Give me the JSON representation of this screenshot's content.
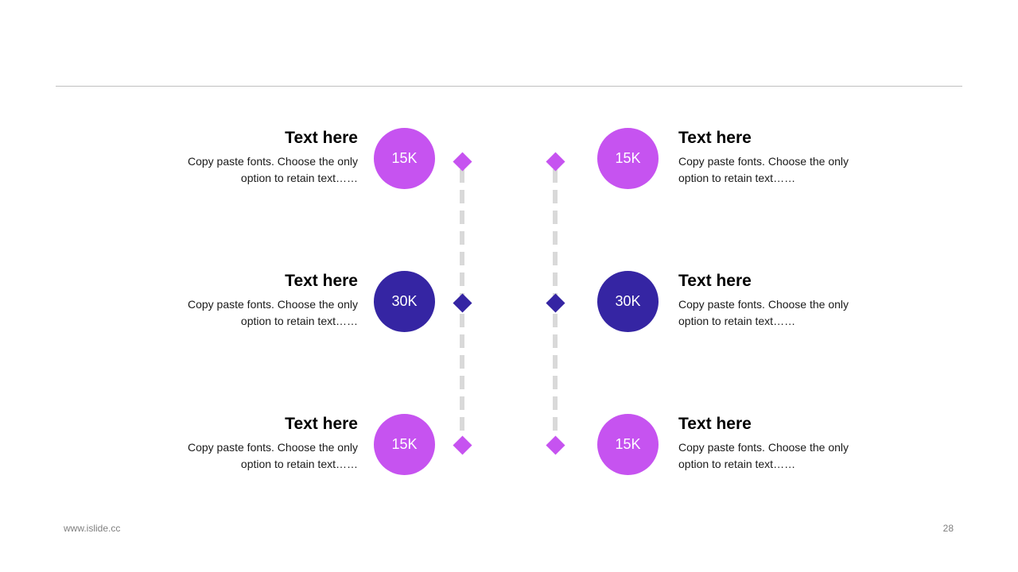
{
  "colors": {
    "accent_pink": "#c653f0",
    "accent_indigo": "#3525a3",
    "dash_gray": "#d9d9d9",
    "rule_gray": "#bfbfbf"
  },
  "rows": [
    {
      "value": "15K",
      "color": "#c653f0",
      "left": {
        "title": "Text here",
        "desc_line1": "Copy paste fonts. Choose the only",
        "desc_line2": "option to retain text……"
      },
      "right": {
        "title": "Text here",
        "desc_line1": "Copy paste fonts. Choose the only",
        "desc_line2": "option to retain text……"
      }
    },
    {
      "value": "30K",
      "color": "#3525a3",
      "left": {
        "title": "Text here",
        "desc_line1": "Copy paste fonts. Choose the only",
        "desc_line2": "option to retain text……"
      },
      "right": {
        "title": "Text here",
        "desc_line1": "Copy paste fonts. Choose the only",
        "desc_line2": "option to retain text……"
      }
    },
    {
      "value": "15K",
      "color": "#c653f0",
      "left": {
        "title": "Text here",
        "desc_line1": "Copy paste fonts. Choose the only",
        "desc_line2": "option to retain text……"
      },
      "right": {
        "title": "Text here",
        "desc_line1": "Copy paste fonts. Choose the only",
        "desc_line2": "option to retain text……"
      }
    }
  ],
  "footer": {
    "url": "www.islide.cc",
    "page_number": "28"
  }
}
